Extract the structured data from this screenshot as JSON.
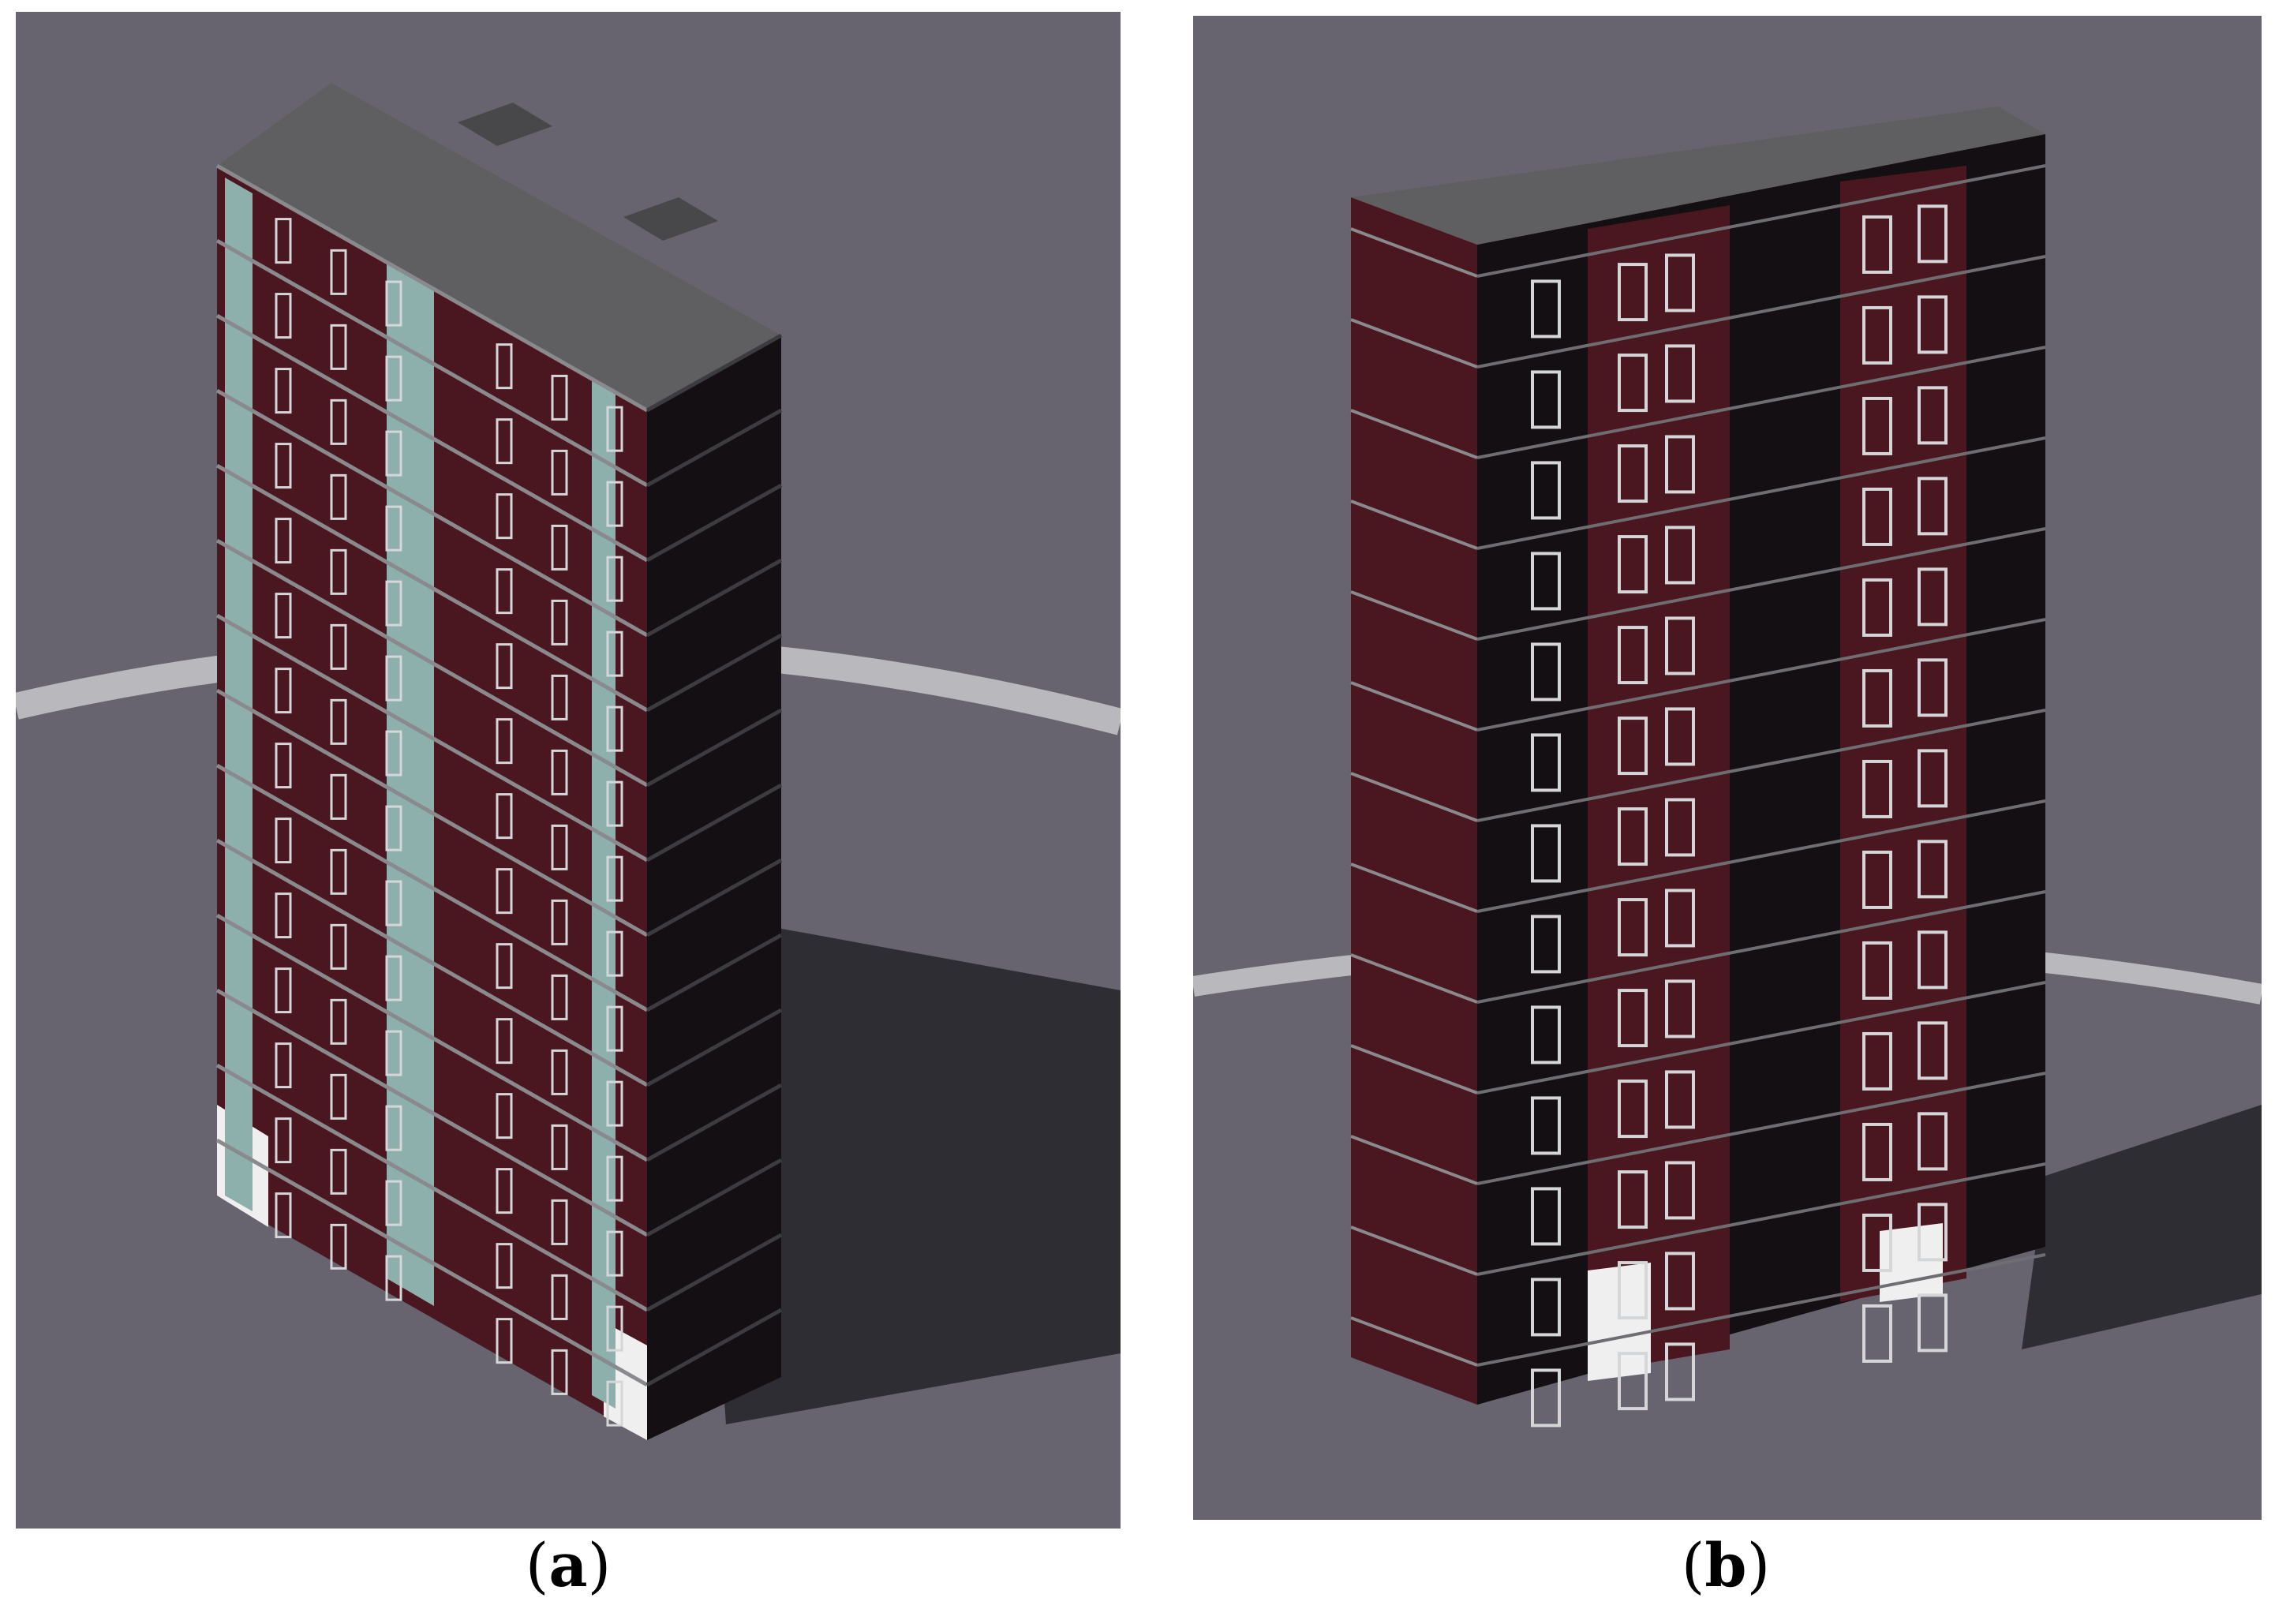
{
  "figure": {
    "panels": [
      {
        "id": "a",
        "caption_open": "(",
        "caption_letter": "a",
        "caption_close": ")"
      },
      {
        "id": "b",
        "caption_open": "(",
        "caption_letter": "b",
        "caption_close": ")"
      }
    ]
  },
  "colors": {
    "background": "#676470",
    "ground_ring": "#b7b7bb",
    "roof": "#5f5f61",
    "brick": "#4a1620",
    "dark_wall": "#130f12",
    "glass": "#8fb0ad",
    "shadow": "#2d2c32",
    "window_frame": "#d4d6d8",
    "plinth": "#efefef"
  }
}
